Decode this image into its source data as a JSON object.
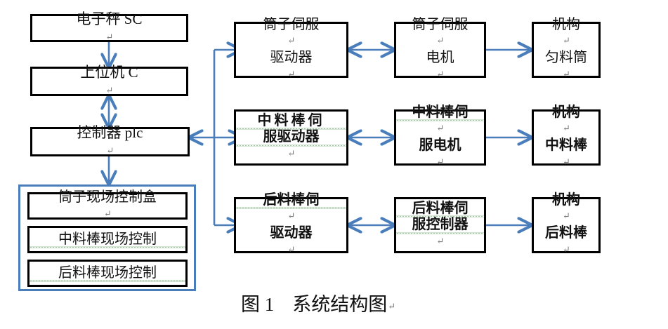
{
  "figure": {
    "caption_label": "图 1",
    "caption_title": "系统结构图",
    "caption_mark": "↵"
  },
  "colors": {
    "box_border": "#000000",
    "group_border": "#4A7EBB",
    "arrow": "#4A7EBB",
    "text": "#111111",
    "spellcheck_underline": "#3C8A3C",
    "background": "#FFFFFF"
  },
  "left_column": {
    "boxes": [
      {
        "id": "scale",
        "line1": "电子秤 SC",
        "mark": "↵"
      },
      {
        "id": "host-pc",
        "line1": "上位机 C",
        "mark": "↵"
      },
      {
        "id": "controller",
        "line1": "控制器 plc",
        "mark": "↵"
      }
    ]
  },
  "field_control_group": {
    "name": "现场控制盒组",
    "boxes": [
      {
        "id": "bobbin-field-box",
        "line1": "筒子现场控制盒",
        "mark": "↵"
      },
      {
        "id": "mid-rod-field-box",
        "line1": "中料棒现场控制",
        "mark": ""
      },
      {
        "id": "rear-rod-field-box",
        "line1": "后料棒现场控制",
        "mark": ""
      }
    ]
  },
  "right_grid": {
    "rows": [
      {
        "id": "bobbin-row",
        "bold": false,
        "driver": {
          "line1": "筒子伺服",
          "line2": "驱动器",
          "mark1": "↵",
          "mark2": "↵"
        },
        "motor": {
          "line1": "筒子伺服",
          "line2": "电机",
          "mark1": "↵",
          "mark2": "↵"
        },
        "mechanism": {
          "line1": "机构",
          "line2": "匀料筒",
          "mark1": "↵",
          "mark2": "↵"
        }
      },
      {
        "id": "mid-rod-row",
        "bold": true,
        "driver": {
          "line1": "中料棒伺",
          "line2": "服驱动器",
          "mark1": "",
          "mark2": "↵"
        },
        "motor": {
          "line1": "中料棒伺",
          "line2": "服电机",
          "mark1": "↵",
          "mark2": "↵"
        },
        "mechanism": {
          "line1": "机构",
          "line2": "中料棒",
          "mark1": "↵",
          "mark2": "↵"
        }
      },
      {
        "id": "rear-rod-row",
        "bold": true,
        "driver": {
          "line1": "后料棒伺",
          "line2": "驱动器",
          "mark1": "↵",
          "mark2": "↵"
        },
        "motor": {
          "line1": "后料棒伺",
          "line2": "服控制器",
          "mark1": "",
          "mark2": "↵"
        },
        "mechanism": {
          "line1": "机构",
          "line2": "后料棒",
          "mark1": "↵",
          "mark2": "↵"
        }
      }
    ]
  },
  "connectors": [
    {
      "id": "scale-to-host",
      "from": "scale",
      "to": "host-pc",
      "style": "single-down"
    },
    {
      "id": "host-to-controller",
      "from": "host-pc",
      "to": "controller",
      "style": "double-vertical"
    },
    {
      "id": "controller-to-field",
      "from": "controller",
      "to": "field-group",
      "style": "single-down"
    },
    {
      "id": "controller-to-bus",
      "from": "controller",
      "to": "bus-trunk",
      "style": "double-horizontal"
    },
    {
      "id": "bus-to-bobbin-driver",
      "from": "bus-trunk",
      "to": "bobbin-driver",
      "style": "single-right"
    },
    {
      "id": "bus-to-mid-driver",
      "from": "bus-trunk",
      "to": "mid-rod-driver",
      "style": "single-right"
    },
    {
      "id": "bus-to-rear-driver",
      "from": "bus-trunk",
      "to": "rear-rod-driver",
      "style": "single-right"
    },
    {
      "id": "bobbin-driver-motor",
      "from": "bobbin-driver",
      "to": "bobbin-motor",
      "style": "double-horizontal"
    },
    {
      "id": "bobbin-motor-mech",
      "from": "bobbin-motor",
      "to": "bobbin-mech",
      "style": "single-right"
    },
    {
      "id": "mid-driver-motor",
      "from": "mid-rod-driver",
      "to": "mid-rod-motor",
      "style": "double-horizontal"
    },
    {
      "id": "mid-motor-mech",
      "from": "mid-rod-motor",
      "to": "mid-rod-mech",
      "style": "single-right"
    },
    {
      "id": "rear-driver-motor",
      "from": "rear-rod-driver",
      "to": "rear-rod-motor",
      "style": "double-horizontal"
    },
    {
      "id": "rear-motor-mech",
      "from": "rear-rod-motor",
      "to": "rear-rod-mech",
      "style": "single-right"
    }
  ]
}
